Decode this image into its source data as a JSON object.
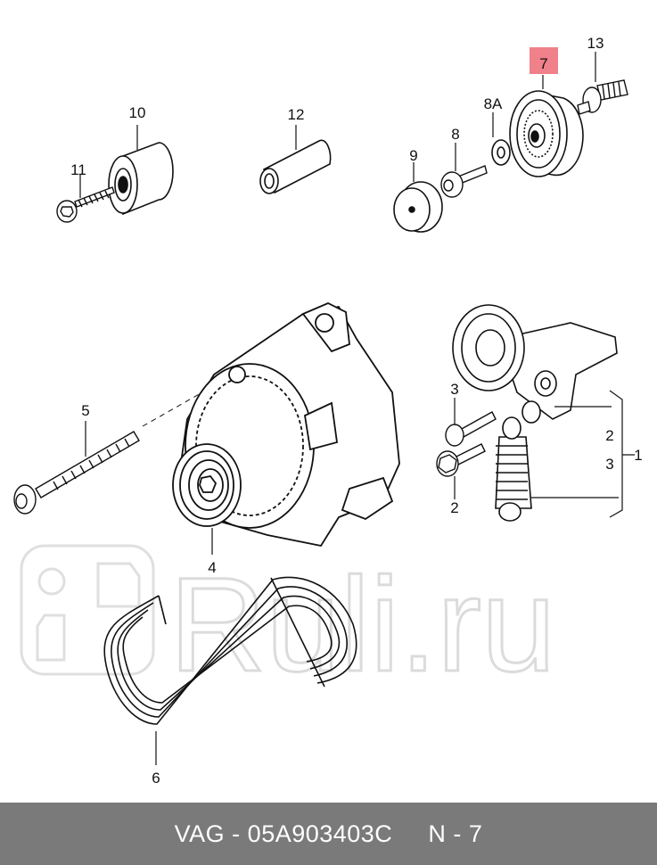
{
  "callouts": {
    "c1": "1",
    "c2a": "2",
    "c2b": "2",
    "c3a": "3",
    "c3b": "3",
    "c4": "4",
    "c5": "5",
    "c6": "6",
    "c7": "7",
    "c8": "8",
    "c8a": "8A",
    "c9": "9",
    "c10": "10",
    "c11": "11",
    "c12": "12",
    "c13": "13"
  },
  "highlight_color": "#f0808a",
  "watermark": {
    "text": "Ruli.ru"
  },
  "footer": {
    "brand": "VAG",
    "sep": " - ",
    "part_number": "05A903403C",
    "ref": "N - 7"
  }
}
